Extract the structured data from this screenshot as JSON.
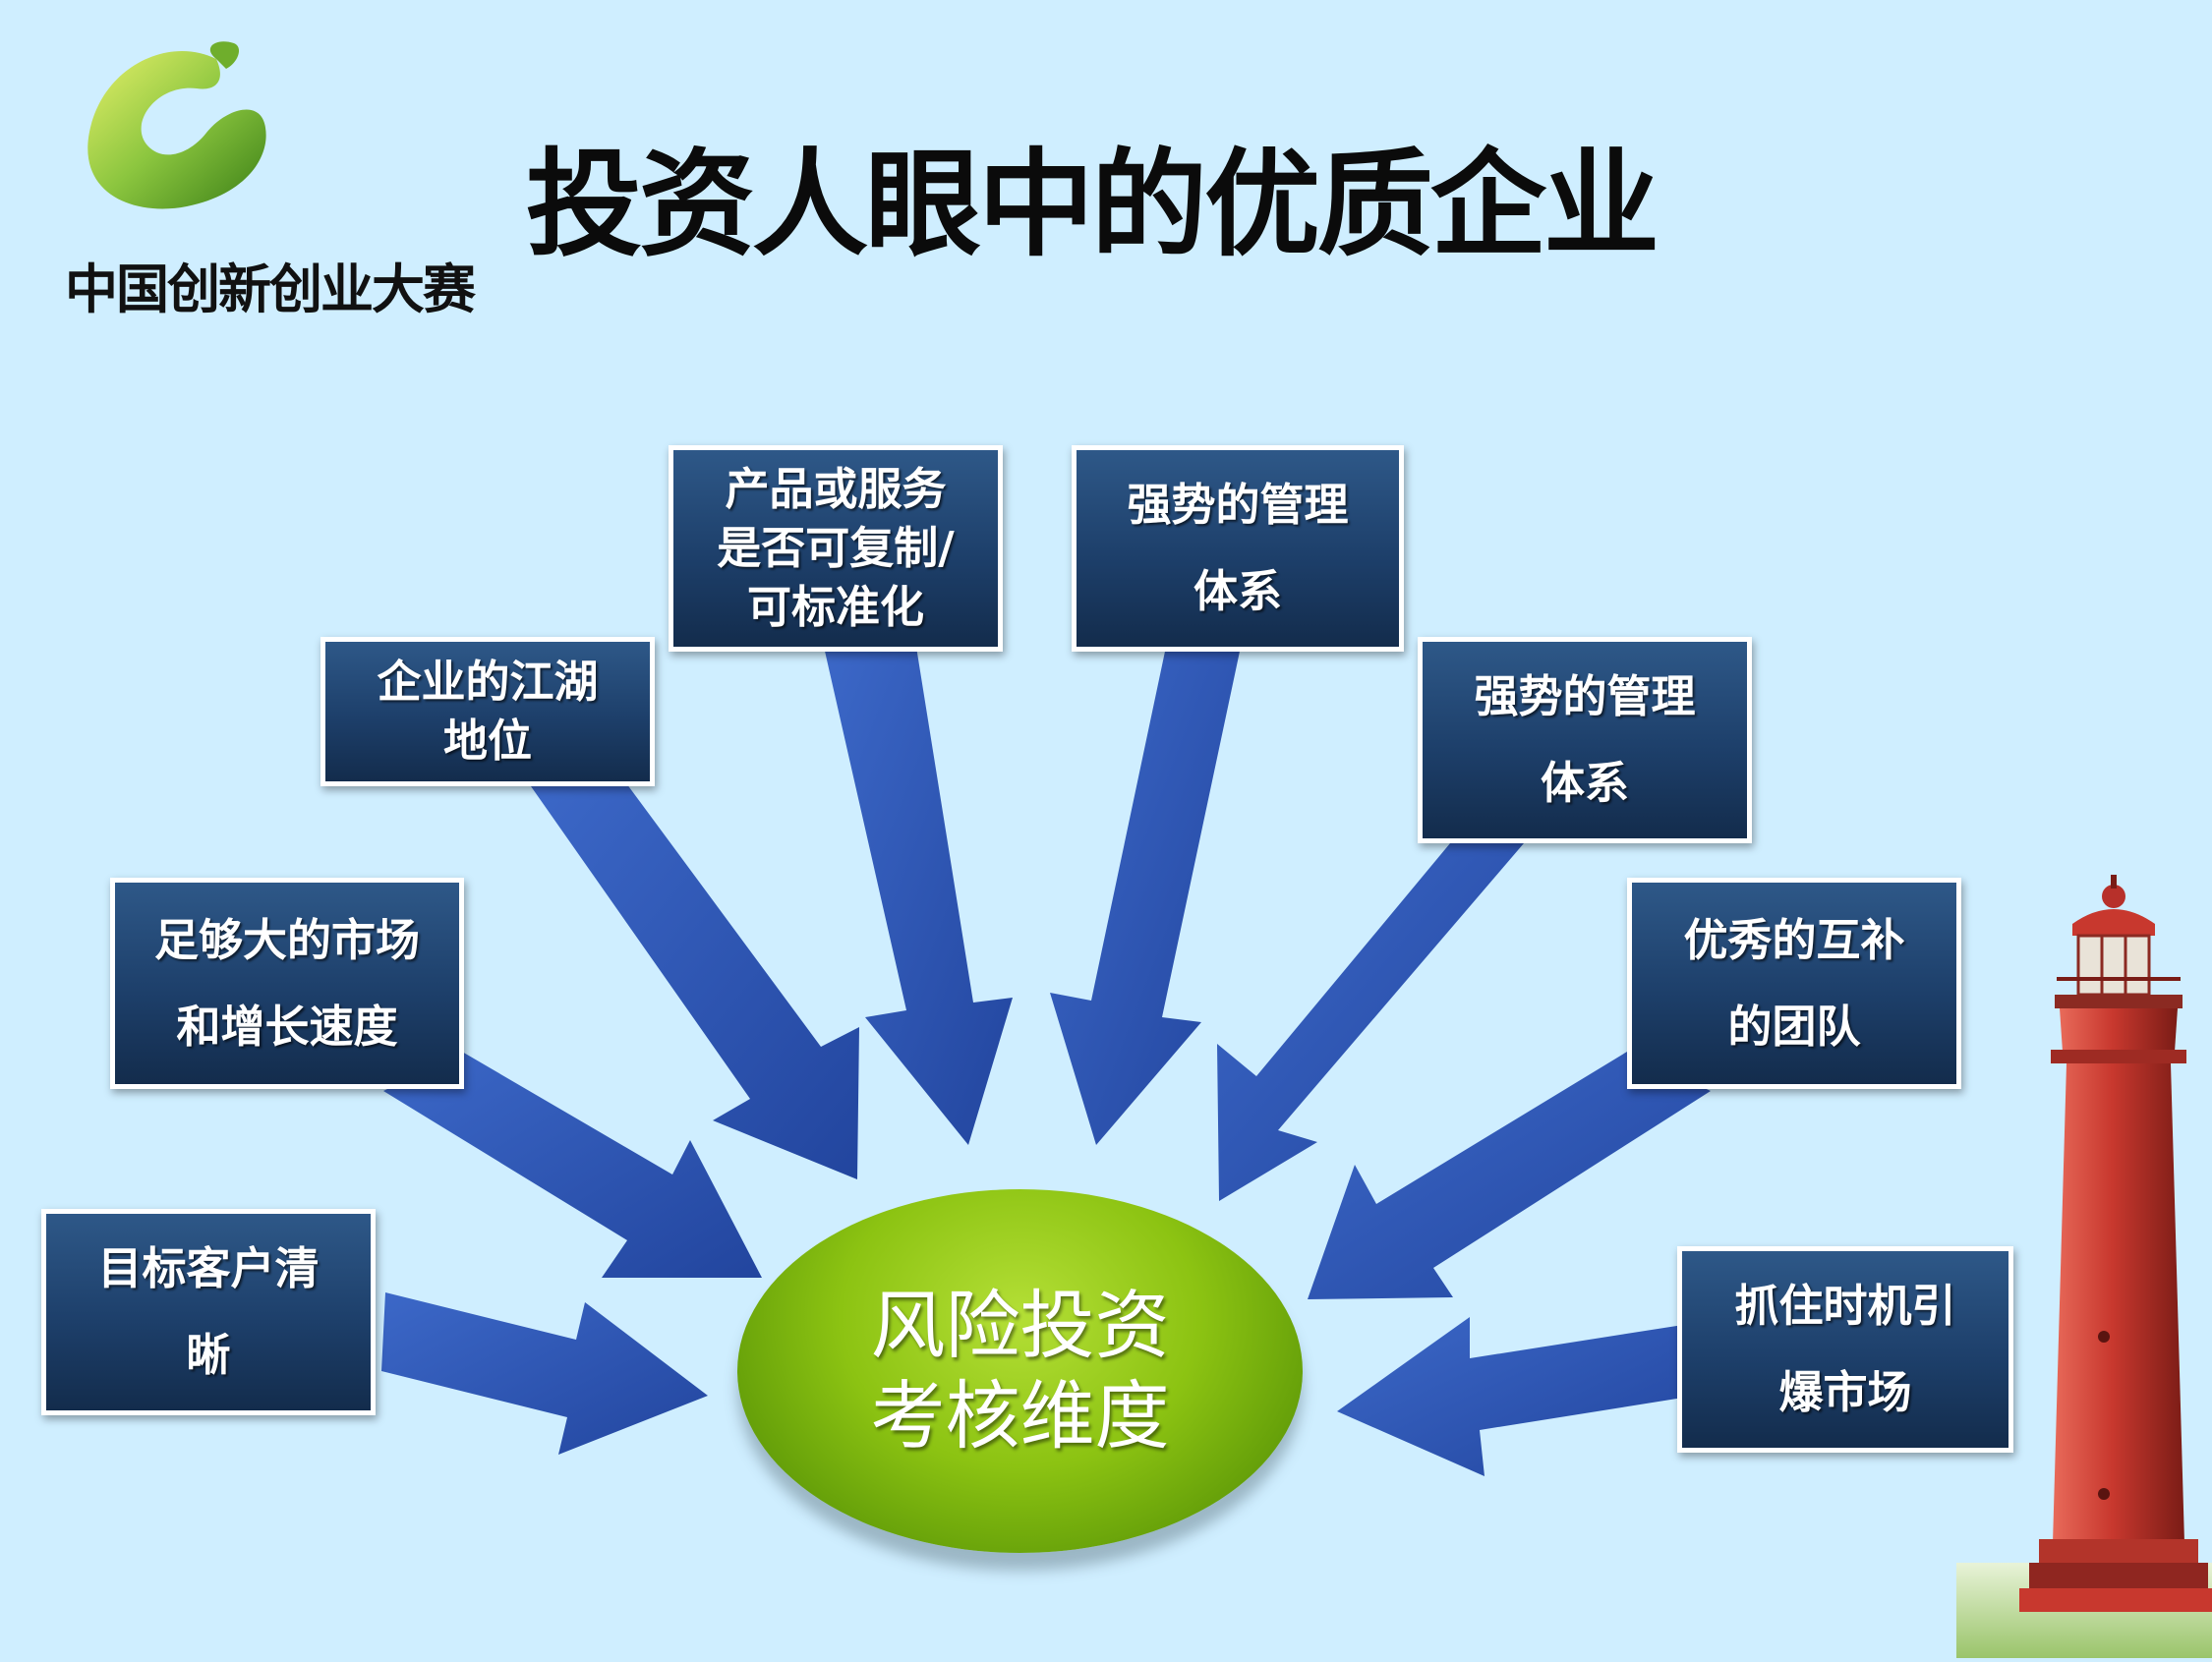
{
  "brand": {
    "name": "中国创新创业大赛",
    "logo_colors": [
      "#8cc63f",
      "#d8e84a",
      "#3a7f16"
    ]
  },
  "title": "投资人眼中的优质企业",
  "center": {
    "label": "风险投资\n考核维度"
  },
  "factors": [
    {
      "key": "target",
      "label": "目标客户清\n晰"
    },
    {
      "key": "market",
      "label": "足够大的市场\n和增长速度"
    },
    {
      "key": "position",
      "label": "企业的江湖\n地位"
    },
    {
      "key": "replicable",
      "label": "产品或服务\n是否可复制/\n可标准化"
    },
    {
      "key": "management_1",
      "label": "强势的管理\n体系"
    },
    {
      "key": "management_2",
      "label": "强势的管理\n体系"
    },
    {
      "key": "team",
      "label": "优秀的互补\n的团队"
    },
    {
      "key": "timing",
      "label": "抓住时机引\n爆市场"
    }
  ],
  "colors": {
    "background": "#cfeeff",
    "box": "#1d3f6a",
    "arrow": "#2f55b5",
    "center": "#8cc312",
    "lighthouse": "#c8382e"
  },
  "icons": [
    "brand-logo-icon",
    "lighthouse-icon"
  ]
}
